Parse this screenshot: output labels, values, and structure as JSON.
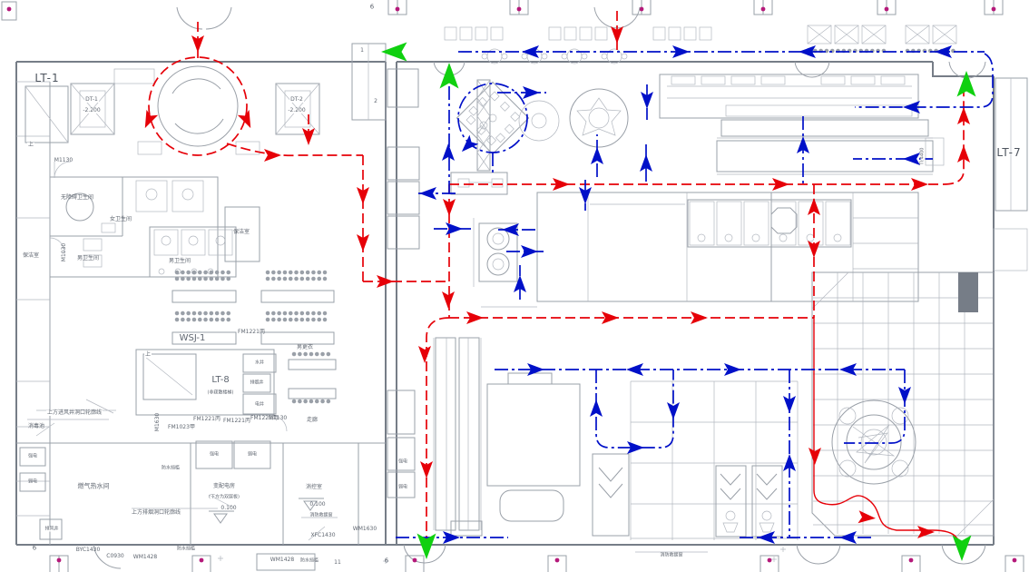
{
  "colors": {
    "route_red": "#e60008",
    "route_blue": "#0010c8",
    "exit_green": "#10d010",
    "wall_gray": "#767d87",
    "light_gray": "#9aa0a8",
    "magenta_dot": "#b5197a"
  },
  "labels": {
    "lt1": "LT-1",
    "lt7": "LT-7",
    "lt8": "LT-8",
    "lt8_note": "(非疏散楼梯)",
    "wsj1": "WSJ-1",
    "dt1": "DT-1",
    "dt1_level": "-2.200",
    "dt2": "DT-2",
    "dt2_level": "-2.200",
    "m1130_a": "M1130",
    "m1130_b": "M1130",
    "m1030": "M1030",
    "m1630": "M1630",
    "wm1630": "WM1630",
    "toilet_accessible": "无障碍卫生间",
    "toilet_women": "女卫生间",
    "toilet_men_1": "男卫生间",
    "toilet_men_2": "男卫生间",
    "cleaning_room_1": "保洁室",
    "cleaning_room_2": "保洁室",
    "changing_men": "男更衣",
    "corridor": "走廊",
    "fm1221_a": "FM1221丙",
    "fm1221_b": "FM1221丙",
    "fm1221_c": "FM1221丙",
    "fm1221_d": "FM1221丙",
    "fm1023": "FM1023甲",
    "water_shaft": "水井",
    "smoke_shaft": "排烟井",
    "elec_shaft": "电井",
    "exhaust_shaft": "排风井",
    "intake_outline": "上方进风井洞口轮廓线",
    "smoke_outline": "上方排烟洞口轮廓线",
    "disinfect_pool": "消毒池",
    "strong_elec_1": "强电",
    "weak_elec_1": "弱电",
    "strong_elec_2": "强电",
    "weak_elec_2": "弱电",
    "strong_elec_3": "强电",
    "weak_elec_3": "弱电",
    "gas_room": "燃气热水间",
    "transformer_room": "变配电房",
    "transformer_note": "(下方为双层板)",
    "transformer_level": "0.100",
    "fire_control_room": "消控室",
    "fire_control_level": "0.100",
    "waterproof_sill_1": "防水挡槛",
    "waterproof_sill_2": "防水挡槛",
    "waterproof_sill_3": "防水挡槛",
    "rescue_window_1": "消防救援窗",
    "rescue_window_2": "消防救援窗",
    "byc1430": "BYC1430",
    "c0930": "C0930",
    "wm1428_a": "WM1428",
    "wm1428_b": "WM1428",
    "xfc1430": "XFC1430",
    "grid_6_top": "6",
    "grid_6_bl": "6",
    "grid_6_bc": "6",
    "grid_11": "11",
    "stair_1": "1",
    "stair_2": "2",
    "up_lt1": "上",
    "up_lt8": "上",
    "ti4400": "TI:4400"
  }
}
